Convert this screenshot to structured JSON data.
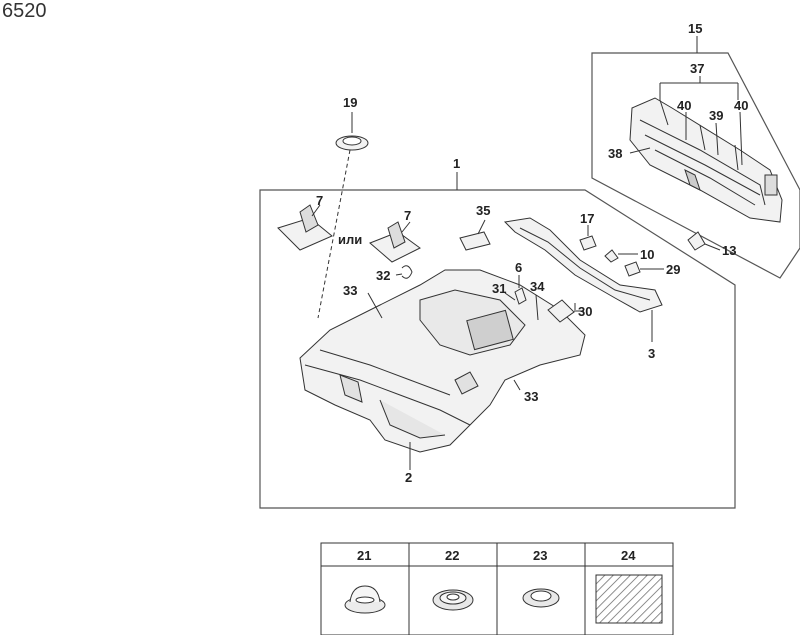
{
  "page_code": "6520",
  "callouts": {
    "c1": "1",
    "c2": "2",
    "c3": "3",
    "c6": "6",
    "c7a": "7",
    "c7b": "7",
    "ili": "или",
    "c10": "10",
    "c13": "13",
    "c15": "15",
    "c17": "17",
    "c19": "19",
    "c29": "29",
    "c30": "30",
    "c31": "31",
    "c32": "32",
    "c33a": "33",
    "c33b": "33",
    "c34": "34",
    "c35": "35",
    "c37": "37",
    "c38": "38",
    "c39": "39",
    "c40a": "40",
    "c40b": "40"
  },
  "parts_table": {
    "headers": [
      "21",
      "22",
      "23",
      "24"
    ]
  },
  "colors": {
    "line": "#333333",
    "fill": "#f4f4f4",
    "shade": "#bdbdbd"
  }
}
